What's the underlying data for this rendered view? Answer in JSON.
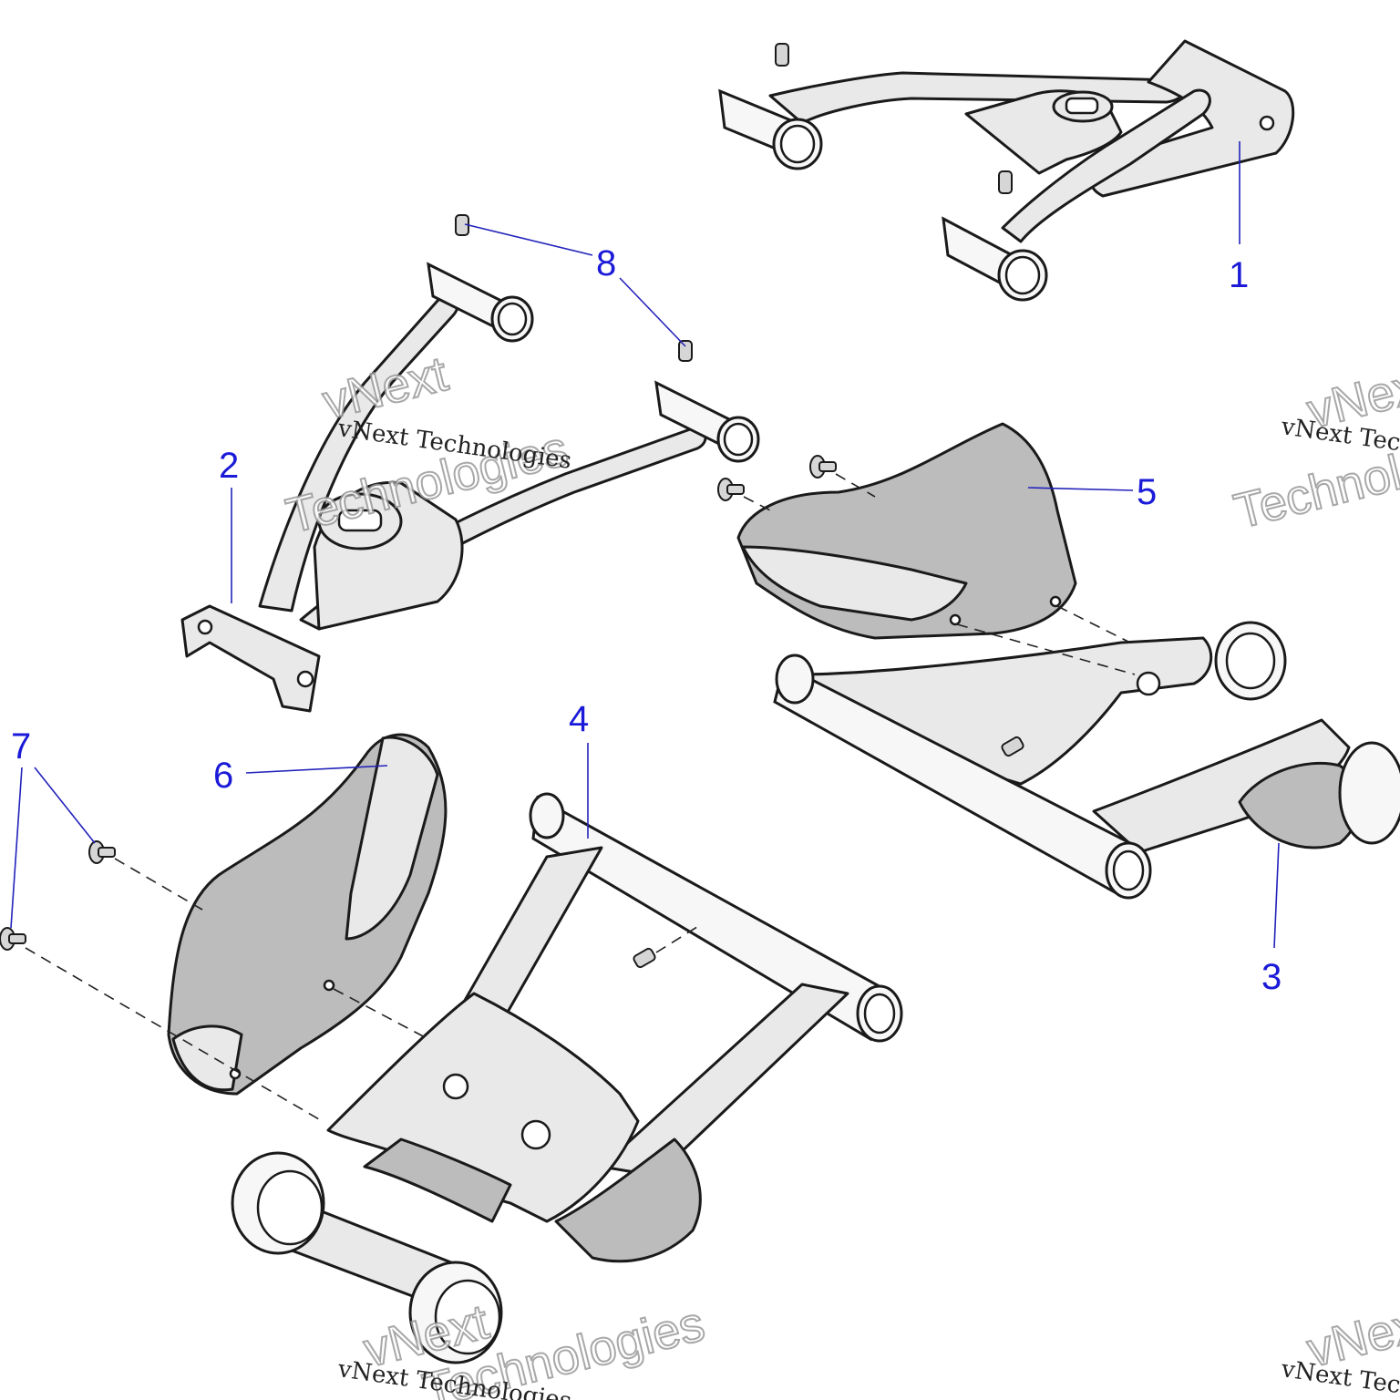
{
  "callouts": [
    {
      "id": "1",
      "label": "1"
    },
    {
      "id": "2",
      "label": "2"
    },
    {
      "id": "3",
      "label": "3"
    },
    {
      "id": "4",
      "label": "4"
    },
    {
      "id": "5",
      "label": "5"
    },
    {
      "id": "6",
      "label": "6"
    },
    {
      "id": "7",
      "label": "7"
    },
    {
      "id": "8",
      "label": "8"
    }
  ],
  "watermark": {
    "line": "vNext Technologies",
    "word1": "vNext",
    "word2": "Technologies"
  },
  "colors": {
    "callout": "#1a1ad8",
    "part_fill": "#e9e9e9",
    "guard_fill": "#bcbcbc"
  }
}
